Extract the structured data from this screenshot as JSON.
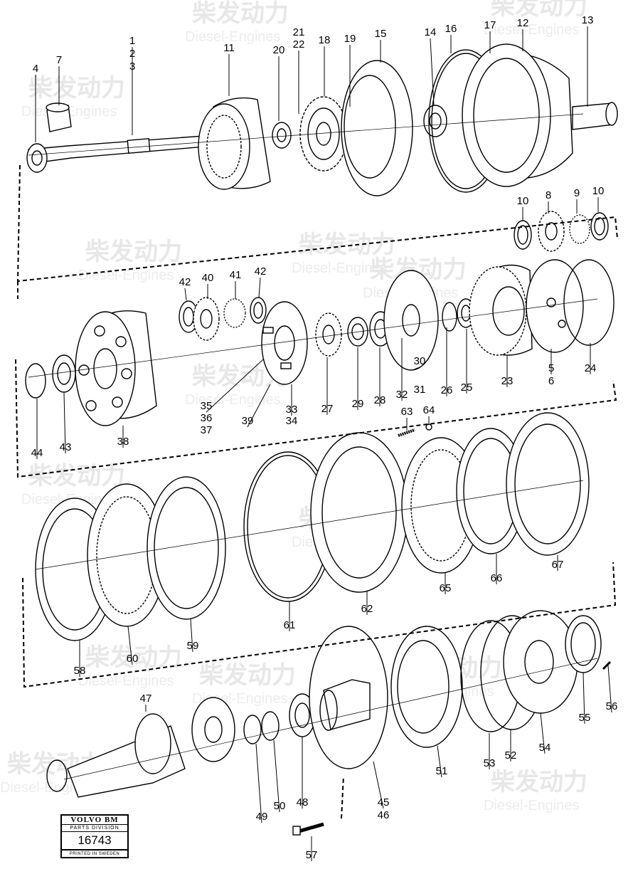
{
  "watermark": {
    "cn": "柴发动力",
    "en": "Diesel-Engines"
  },
  "badge": {
    "brand": "VOLVO BM",
    "division": "PARTS DIVISION",
    "number": "16743",
    "printed": "PRINTED IN SWEDEN"
  },
  "callouts": [
    "1",
    "2",
    "3",
    "4",
    "5",
    "6",
    "7",
    "8",
    "9",
    "10",
    "10",
    "11",
    "12",
    "13",
    "14",
    "15",
    "16",
    "17",
    "18",
    "19",
    "20",
    "21",
    "22",
    "23",
    "24",
    "25",
    "26",
    "27",
    "28",
    "29",
    "30",
    "31",
    "32",
    "33",
    "34",
    "35",
    "36",
    "37",
    "38",
    "39",
    "40",
    "41",
    "42",
    "42",
    "43",
    "44",
    "45",
    "46",
    "47",
    "48",
    "49",
    "50",
    "51",
    "52",
    "53",
    "54",
    "55",
    "56",
    "57",
    "58",
    "59",
    "60",
    "61",
    "62",
    "63",
    "64",
    "65",
    "66",
    "67"
  ],
  "colors": {
    "line": "#000000",
    "watermark": "#e6e6e6",
    "background": "#ffffff"
  }
}
